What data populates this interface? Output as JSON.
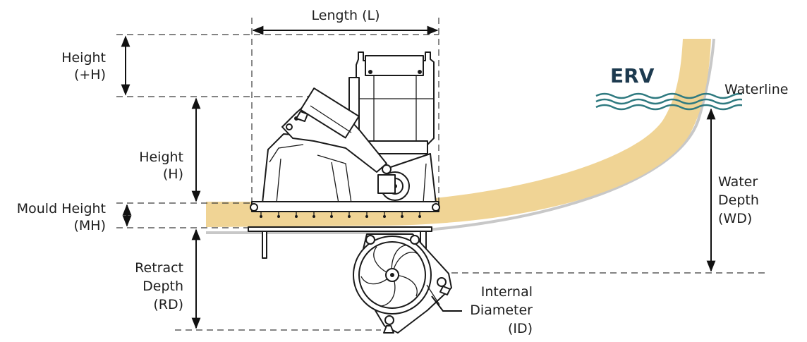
{
  "labels": {
    "length": "Length (L)",
    "height_plus_1": "Height",
    "height_plus_2": "(+H)",
    "height_1": "Height",
    "height_2": "(H)",
    "mould_1": "Mould Height",
    "mould_2": "(MH)",
    "retract_1": "Retract",
    "retract_2": "Depth",
    "retract_3": "(RD)",
    "internal_1": "Internal",
    "internal_2": "Diameter",
    "internal_3": "(ID)",
    "water_1": "Water",
    "water_2": "Depth",
    "water_3": "(WD)",
    "waterline": "Waterline",
    "erv": "ERV"
  },
  "colors": {
    "hull": "#f0d495",
    "water": "#2f7a80",
    "dimension_line": "#1a1a1a",
    "hull_outline": "#c9c9c9"
  }
}
